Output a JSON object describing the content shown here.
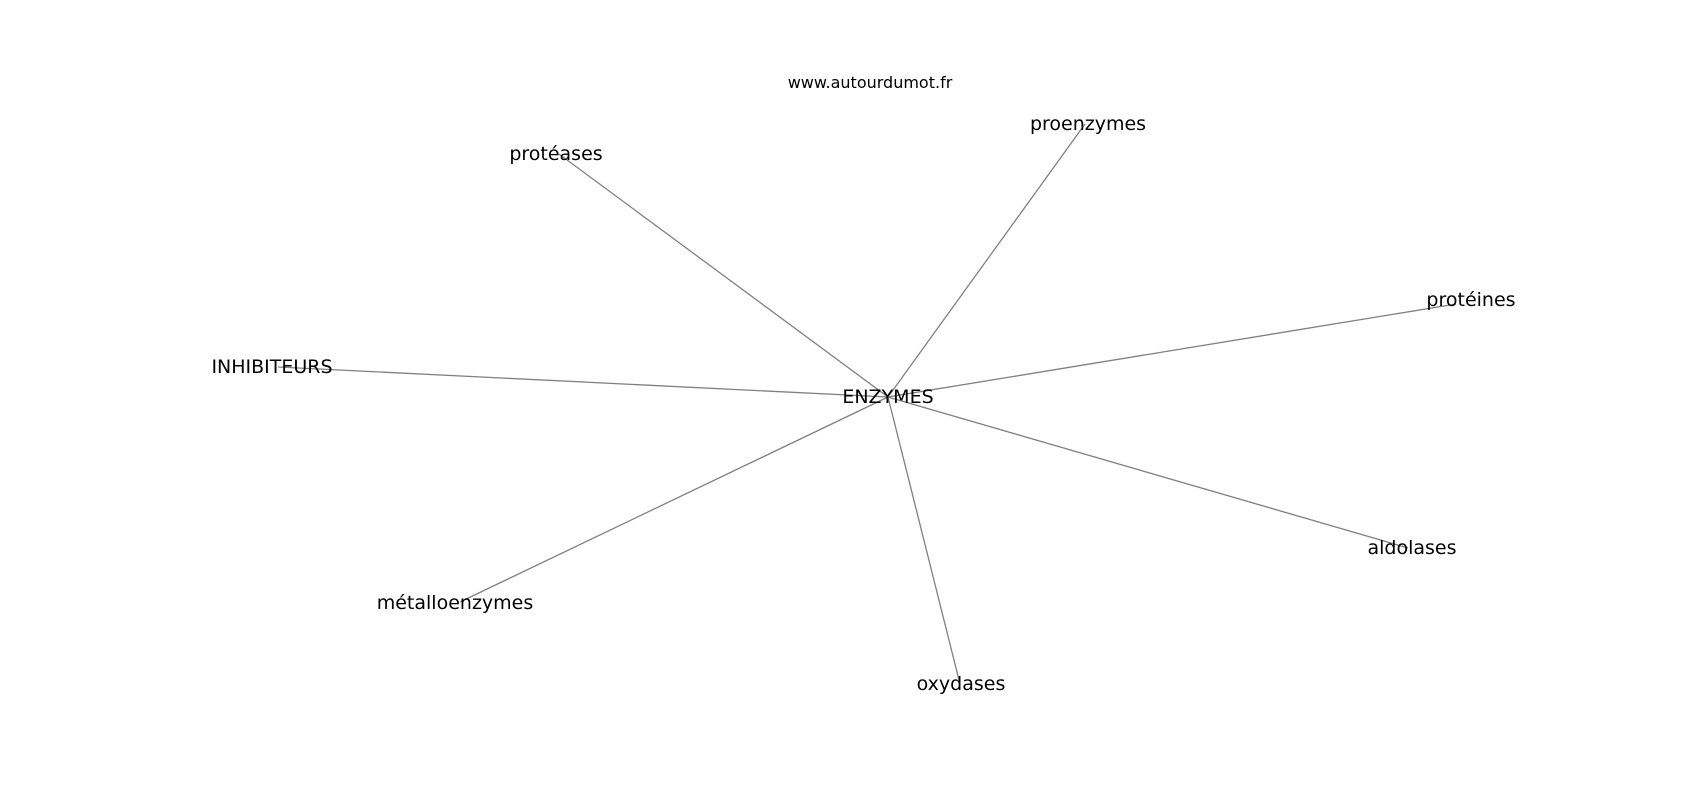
{
  "watermark": "www.autourdumot.fr",
  "graph": {
    "center": "ENZYMES",
    "nodes": [
      "protéases",
      "proenzymes",
      "protéines",
      "INHIBITEURS",
      "aldolases",
      "métalloenzymes",
      "oxydases"
    ]
  },
  "colors": {
    "edge": "#808080",
    "text": "#000000",
    "background": "#ffffff"
  }
}
